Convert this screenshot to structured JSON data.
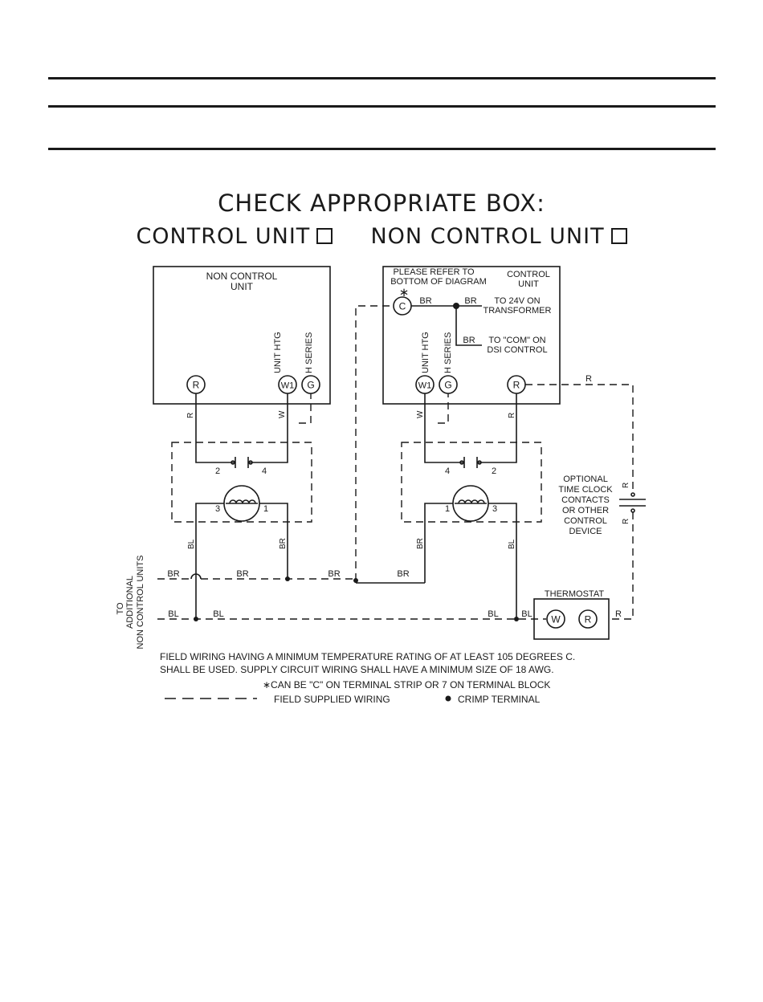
{
  "header": {
    "title_line1": "CHECK APPROPRIATE BOX:",
    "control_unit_label": "CONTROL UNIT",
    "non_control_unit_label": "NON CONTROL UNIT"
  },
  "left_unit": {
    "title_line1": "NON CONTROL",
    "title_line2": "UNIT",
    "unit_htg": "UNIT HTG",
    "h_series": "H SERIES",
    "terminal_r": "R",
    "terminal_w1": "W1",
    "terminal_g": "G",
    "wire_r": "R",
    "wire_w": "W",
    "relay_pin_2": "2",
    "relay_pin_4": "4",
    "coil_pin_3": "3",
    "coil_pin_1": "1",
    "wire_bl": "BL",
    "wire_br": "BR"
  },
  "right_unit": {
    "note_line1": "PLEASE REFER TO",
    "note_line2": "BOTTOM OF DIAGRAM",
    "asterisk": "∗",
    "title_line1": "CONTROL",
    "title_line2": "UNIT",
    "terminal_c": "C",
    "wire_br_1": "BR",
    "wire_br_2": "BR",
    "wire_br_3": "BR",
    "to_24v_line1": "TO 24V ON",
    "to_24v_line2": "TRANSFORMER",
    "to_com_line1": "TO \"COM\" ON",
    "to_com_line2": "DSI CONTROL",
    "unit_htg": "UNIT HTG",
    "h_series": "H SERIES",
    "terminal_w1": "W1",
    "terminal_g": "G",
    "terminal_r": "R",
    "wire_w": "W",
    "wire_r": "R",
    "relay_pin_4": "4",
    "relay_pin_2": "2",
    "coil_pin_1": "1",
    "coil_pin_3": "3",
    "wire_br": "BR",
    "wire_bl": "BL"
  },
  "optional": {
    "line1": "OPTIONAL",
    "line2": "TIME CLOCK",
    "line3": "CONTACTS",
    "line4": "OR OTHER",
    "line5": "CONTROL",
    "line6": "DEVICE",
    "wire_r_top": "R",
    "wire_r_bottom": "R",
    "wire_r_label": "R"
  },
  "thermostat": {
    "title": "THERMOSTAT",
    "terminal_w": "W",
    "terminal_r": "R",
    "wire_bl": "BL",
    "wire_r": "R"
  },
  "bus": {
    "side_line1": "TO",
    "side_line2": "ADDITIONAL",
    "side_line3": "NON CONTROL UNITS",
    "br_1": "BR",
    "br_2": "BR",
    "br_3": "BR",
    "br_4": "BR",
    "bl_1": "BL",
    "bl_2": "BL",
    "bl_3": "BL"
  },
  "notes": {
    "line1": "FIELD WIRING HAVING A MINIMUM TEMPERATURE RATING OF AT LEAST 105 DEGREES C.",
    "line2": "SHALL BE USED.  SUPPLY CIRCUIT WIRING SHALL HAVE A MINIMUM SIZE OF 18 AWG.",
    "line3": "∗CAN BE \"C\" ON TERMINAL STRIP OR 7 ON TERMINAL BLOCK",
    "legend_field": "FIELD SUPPLIED WIRING",
    "legend_crimp": "CRIMP TERMINAL"
  }
}
